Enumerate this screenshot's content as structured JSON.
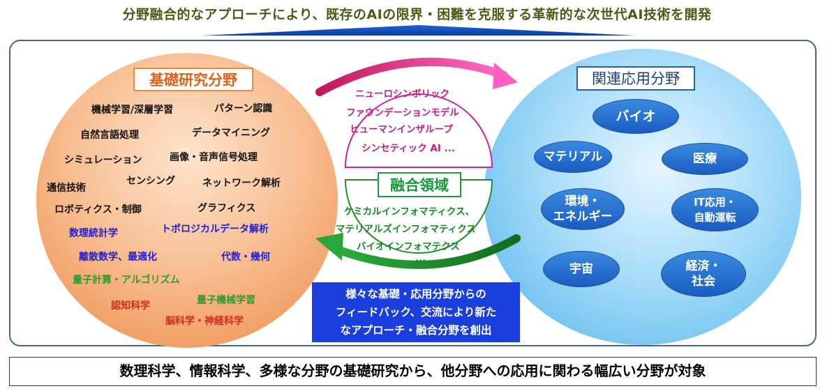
{
  "header": {
    "title": "分野融合的なアプローチにより、既存のAIの限界・困難を克服する革新的な次世代AI技術を開発"
  },
  "basic_research": {
    "label": "基礎研究分野",
    "terms": [
      "機械学習/深層学習",
      "パターン認識",
      "自然言語処理",
      "データマイニング",
      "シミュレーション",
      "画像・音声信号処理",
      "通信技術",
      "センシング",
      "ネットワーク解析",
      "ロボティクス・制御",
      "グラフィクス",
      "数理統計学",
      "トポロジカルデータ解析",
      "離散数学、最適化",
      "代数・幾何",
      "量子計算・アルゴリズム",
      "量子機械学習",
      "認知科学",
      "脳科学・神経科学"
    ]
  },
  "fusion": {
    "label": "融合領域",
    "upper": [
      "ニューロシンボリック",
      "ファウンデーションモデル",
      "ヒューマンインザループ",
      "シンセティック AI ..."
    ],
    "lower": [
      "ケミカルインフォマティクス、",
      "マテリアルズインフォマティクス",
      "バイオインフォマテクス",
      "..."
    ]
  },
  "applied": {
    "label": "関連応用分野",
    "fields": [
      "バイオ",
      "マテリアル",
      "医療",
      "環境・\nエネルギー",
      "IT応用・\n自動運転",
      "宇宙",
      "経済・\n社会"
    ]
  },
  "feedback": {
    "text": "様々な基礎・応用分野からの\nフィードバック、交流により新た\nなアプローチ・融合分野を創出"
  },
  "footer": {
    "text": "数理科学、情報科学、多様な分野の基礎研究から、他分野への応用に関わる幅広い分野が対象"
  },
  "colors": {
    "basic": "#ee8a45",
    "applied": "#4fb3ec",
    "fusion_upper": "#c81c7c",
    "fusion_lower": "#138a26",
    "feedback": "#1a3fdc",
    "frame": "#45639a"
  }
}
